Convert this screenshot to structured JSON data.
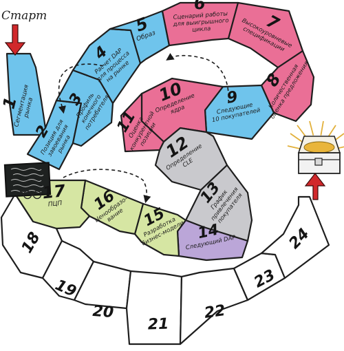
{
  "start_label": "Старт",
  "colors": {
    "blue": "#6fc4ec",
    "pink": "#ea6f96",
    "gray": "#c9c9cd",
    "violet": "#bba6d8",
    "green": "#d6e6a3",
    "white": "#ffffff",
    "arrow_red": "#d1282b",
    "treasure_gold": "#e9b53b"
  },
  "icons": [
    "start-arrow-icon",
    "chalkboard-icon",
    "glasses-icon",
    "treasure-chest-icon",
    "finish-arrow-icon"
  ],
  "steps": [
    {
      "n": "1",
      "lines": [
        "Сегментация",
        "рынка"
      ],
      "color": "blue"
    },
    {
      "n": "2",
      "lines": [
        "Позиция для",
        "завоевания",
        "рынка"
      ],
      "color": "blue"
    },
    {
      "n": "3",
      "lines": [
        "Профиль",
        "конечного",
        "потребителя"
      ],
      "color": "blue"
    },
    {
      "n": "4",
      "lines": [
        "Расчет DAP",
        "для процесса",
        "на рынке"
      ],
      "color": "blue"
    },
    {
      "n": "5",
      "lines": [
        "Образ"
      ],
      "color": "blue"
    },
    {
      "n": "6",
      "lines": [
        "Сценарий работы",
        "для выигрышного",
        "цикла"
      ],
      "color": "pink"
    },
    {
      "n": "7",
      "lines": [
        "Высокоуровневые",
        "спецификации"
      ],
      "color": "pink"
    },
    {
      "n": "8",
      "lines": [
        "Количественная",
        "оценка предложения"
      ],
      "color": "pink"
    },
    {
      "n": "9",
      "lines": [
        "Следующие",
        "10 покупателей"
      ],
      "color": "blue"
    },
    {
      "n": "10",
      "lines": [
        "Определение",
        "ядра"
      ],
      "color": "pink"
    },
    {
      "n": "11",
      "lines": [
        "Оценка",
        "конкурентной",
        "позиции"
      ],
      "color": "pink"
    },
    {
      "n": "12",
      "lines": [
        "Определение",
        "CLE"
      ],
      "color": "gray"
    },
    {
      "n": "13",
      "lines": [
        "График",
        "привлечения",
        "покупателя"
      ],
      "color": "gray"
    },
    {
      "n": "14",
      "lines": [
        "Следующий DAP"
      ],
      "color": "violet"
    },
    {
      "n": "15",
      "lines": [
        "Разработка",
        "бизнес-модели"
      ],
      "color": "green"
    },
    {
      "n": "16",
      "lines": [
        "Ценообразо-",
        "вание"
      ],
      "color": "green"
    },
    {
      "n": "17",
      "lines": [
        "ПЦП"
      ],
      "color": "green"
    },
    {
      "n": "18",
      "lines": [],
      "color": "white"
    },
    {
      "n": "19",
      "lines": [],
      "color": "white"
    },
    {
      "n": "20",
      "lines": [],
      "color": "white"
    },
    {
      "n": "21",
      "lines": [],
      "color": "white"
    },
    {
      "n": "22",
      "lines": [],
      "color": "white"
    },
    {
      "n": "23",
      "lines": [],
      "color": "white"
    },
    {
      "n": "24",
      "lines": [],
      "color": "white"
    }
  ]
}
